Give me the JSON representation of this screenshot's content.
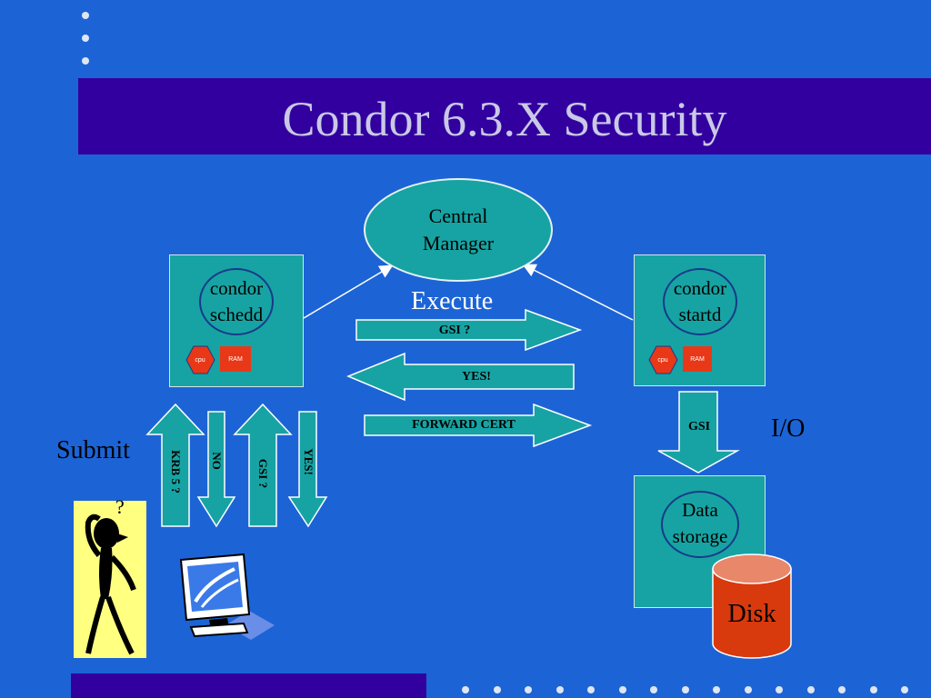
{
  "slide": {
    "title": "Condor 6.3.X Security",
    "colors": {
      "background": "#1c64d6",
      "title_bar": "#3300a0",
      "node": "#17a3a3",
      "chip": "#e83818",
      "disk": "#d83a0e"
    }
  },
  "nodes": {
    "central_manager": {
      "line1": "Central",
      "line2": "Manager"
    },
    "schedd": {
      "line1": "condor",
      "line2": "schedd",
      "cpu": "cpu",
      "ram": "RAM"
    },
    "startd": {
      "line1": "condor",
      "line2": "startd",
      "cpu": "cpu",
      "ram": "RAM"
    },
    "data_storage": {
      "line1": "Data",
      "line2": "storage"
    },
    "disk": "Disk"
  },
  "labels": {
    "execute": "Execute",
    "submit": "Submit",
    "io": "I/O",
    "question_mark": "?"
  },
  "arrows": {
    "gsi_query": "GSI ?",
    "yes_horizontal": "YES!",
    "forward_cert": "FORWARD CERT",
    "gsi_down": "GSI",
    "krb5_query": "KRB 5 ?",
    "no": "NO",
    "gsi_query_vertical": "GSI ?",
    "yes_vertical": "YES!"
  },
  "icons": [
    "thinking-person-icon",
    "computer-monitor-icon",
    "disk-cylinder-icon"
  ]
}
